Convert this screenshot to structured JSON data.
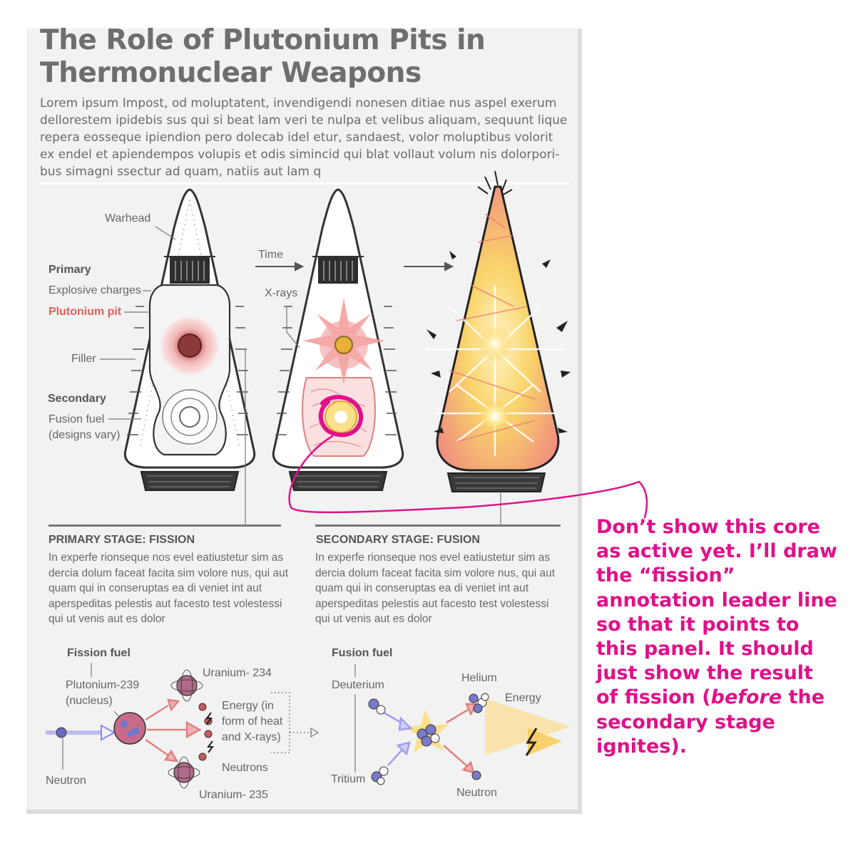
{
  "page": {
    "title": "The Role of Plutonium Pits in Thermonuclear Weapons",
    "intro": "Lorem ipsum  Impost, od moluptatent, invendigendi nonesen ditiae nus aspel exerum dellorestem ipidebis sus qui si beat lam veri te nulpa et velibus aliquam, sequunt lique repera eosseque ipiendion pero dolecab idel etur, sandaest, volor moluptibus volorit ex endel et apiendempos volupis et odis simincid qui blat vollaut volum nis dolorpori-bus simagni ssectur ad quam, natiis aut lam q"
  },
  "diagram": {
    "labels": {
      "warhead": "Warhead",
      "time": "Time",
      "primary": "Primary",
      "explosive_charges": "Explosive charges",
      "plutonium_pit": "Plutonium pit",
      "xrays": "X-rays",
      "filler": "Filler",
      "secondary": "Secondary",
      "fusion_fuel_1": "Fusion fuel",
      "fusion_fuel_2": "(designs vary)"
    },
    "colors": {
      "pit": "#e06060",
      "fire": "#f7c94a",
      "annotation": "#e0108a"
    }
  },
  "stages": {
    "primary": {
      "heading": "PRIMARY STAGE: FISSION",
      "body": "In experfe rionseque nos evel eatiustetur sim as dercia dolum faceat facita sim volore nus, qui aut quam qui in conseruptas ea di veniet int aut aperspeditas pelestis aut facesto test volestessi qui ut venis aut es dolor"
    },
    "secondary": {
      "heading": "SECONDARY STAGE: FUSION",
      "body": "In experfe rionseque nos evel eatiustetur sim as dercia dolum faceat facita sim volore nus, qui aut quam qui in conseruptas ea di veniet int aut aperspeditas pelestis aut facesto test volestessi qui ut venis aut es dolor"
    }
  },
  "fission": {
    "fuel": "Fission fuel",
    "pu_1": "Plutonium-239",
    "pu_2": "(nucleus)",
    "u234": "Uranium- 234",
    "energy_1": "Energy (in",
    "energy_2": "form of heat",
    "energy_3": "and X-rays)",
    "neutrons": "Neutrons",
    "neutron": "Neutron",
    "u235": "Uranium- 235"
  },
  "fusion": {
    "fuel": "Fusion fuel",
    "deuterium": "Deuterium",
    "helium": "Helium",
    "energy": "Energy",
    "tritium": "Tritium",
    "neutron": "Neutron"
  },
  "annotation": {
    "part1": "Don’t show this core as active yet. I’ll draw the “fission” annotation leader line so that it points to this panel. It should just show the result of fission (",
    "emph": "before",
    "part2": " the secondary stage ignites)."
  }
}
